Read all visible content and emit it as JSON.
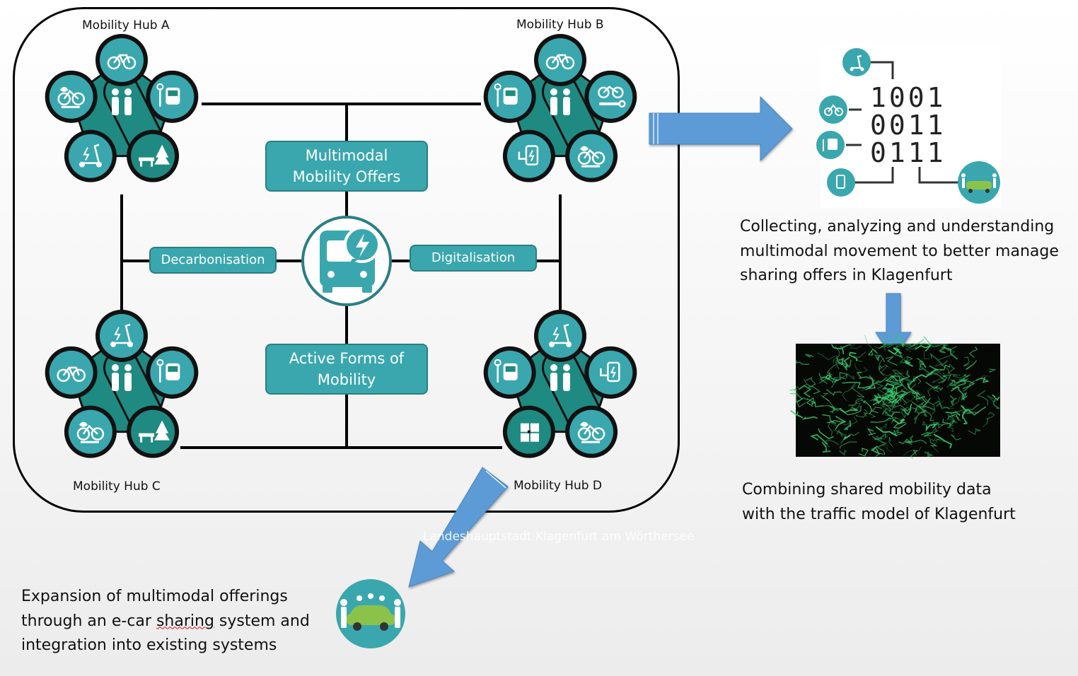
{
  "hubs": {
    "a": {
      "label": "Mobility Hub A"
    },
    "b": {
      "label": "Mobility Hub B"
    },
    "c": {
      "label": "Mobility Hub C"
    },
    "d": {
      "label": "Mobility Hub D"
    }
  },
  "center": {
    "multimodal_line1": "Multimodal",
    "multimodal_line2": "Mobility Offers",
    "decarbonisation": "Decarbonisation",
    "digitalisation": "Digitalisation",
    "active_line1": "Active Forms of",
    "active_line2": "Mobility"
  },
  "right_panel": {
    "binary_rows": [
      "1001",
      "0011",
      "0111"
    ],
    "collecting_lines": [
      "Collecting, analyzing and understanding",
      "multimodal movement to better manage",
      "sharing offers in Klagenfurt"
    ],
    "combining_lines": [
      "Combining shared mobility data",
      "with the traffic model of Klagenfurt"
    ]
  },
  "bottom_panel": {
    "line1": "Expansion of multimodal offerings",
    "line2_prefix": "through an e-car ",
    "line2_misspelled": "sharing",
    "line2_suffix": " system and",
    "line3": "integration into existing systems"
  },
  "watermark": "Landeshauptstadt Klagenfurt am Wörthersee",
  "colors": {
    "teal": "#3aa7ae",
    "teal_dark": "#2b7e86",
    "hub_green": "#1f8a82",
    "arrow_blue": "#5b9bd5",
    "map_green": "#38c46a"
  }
}
